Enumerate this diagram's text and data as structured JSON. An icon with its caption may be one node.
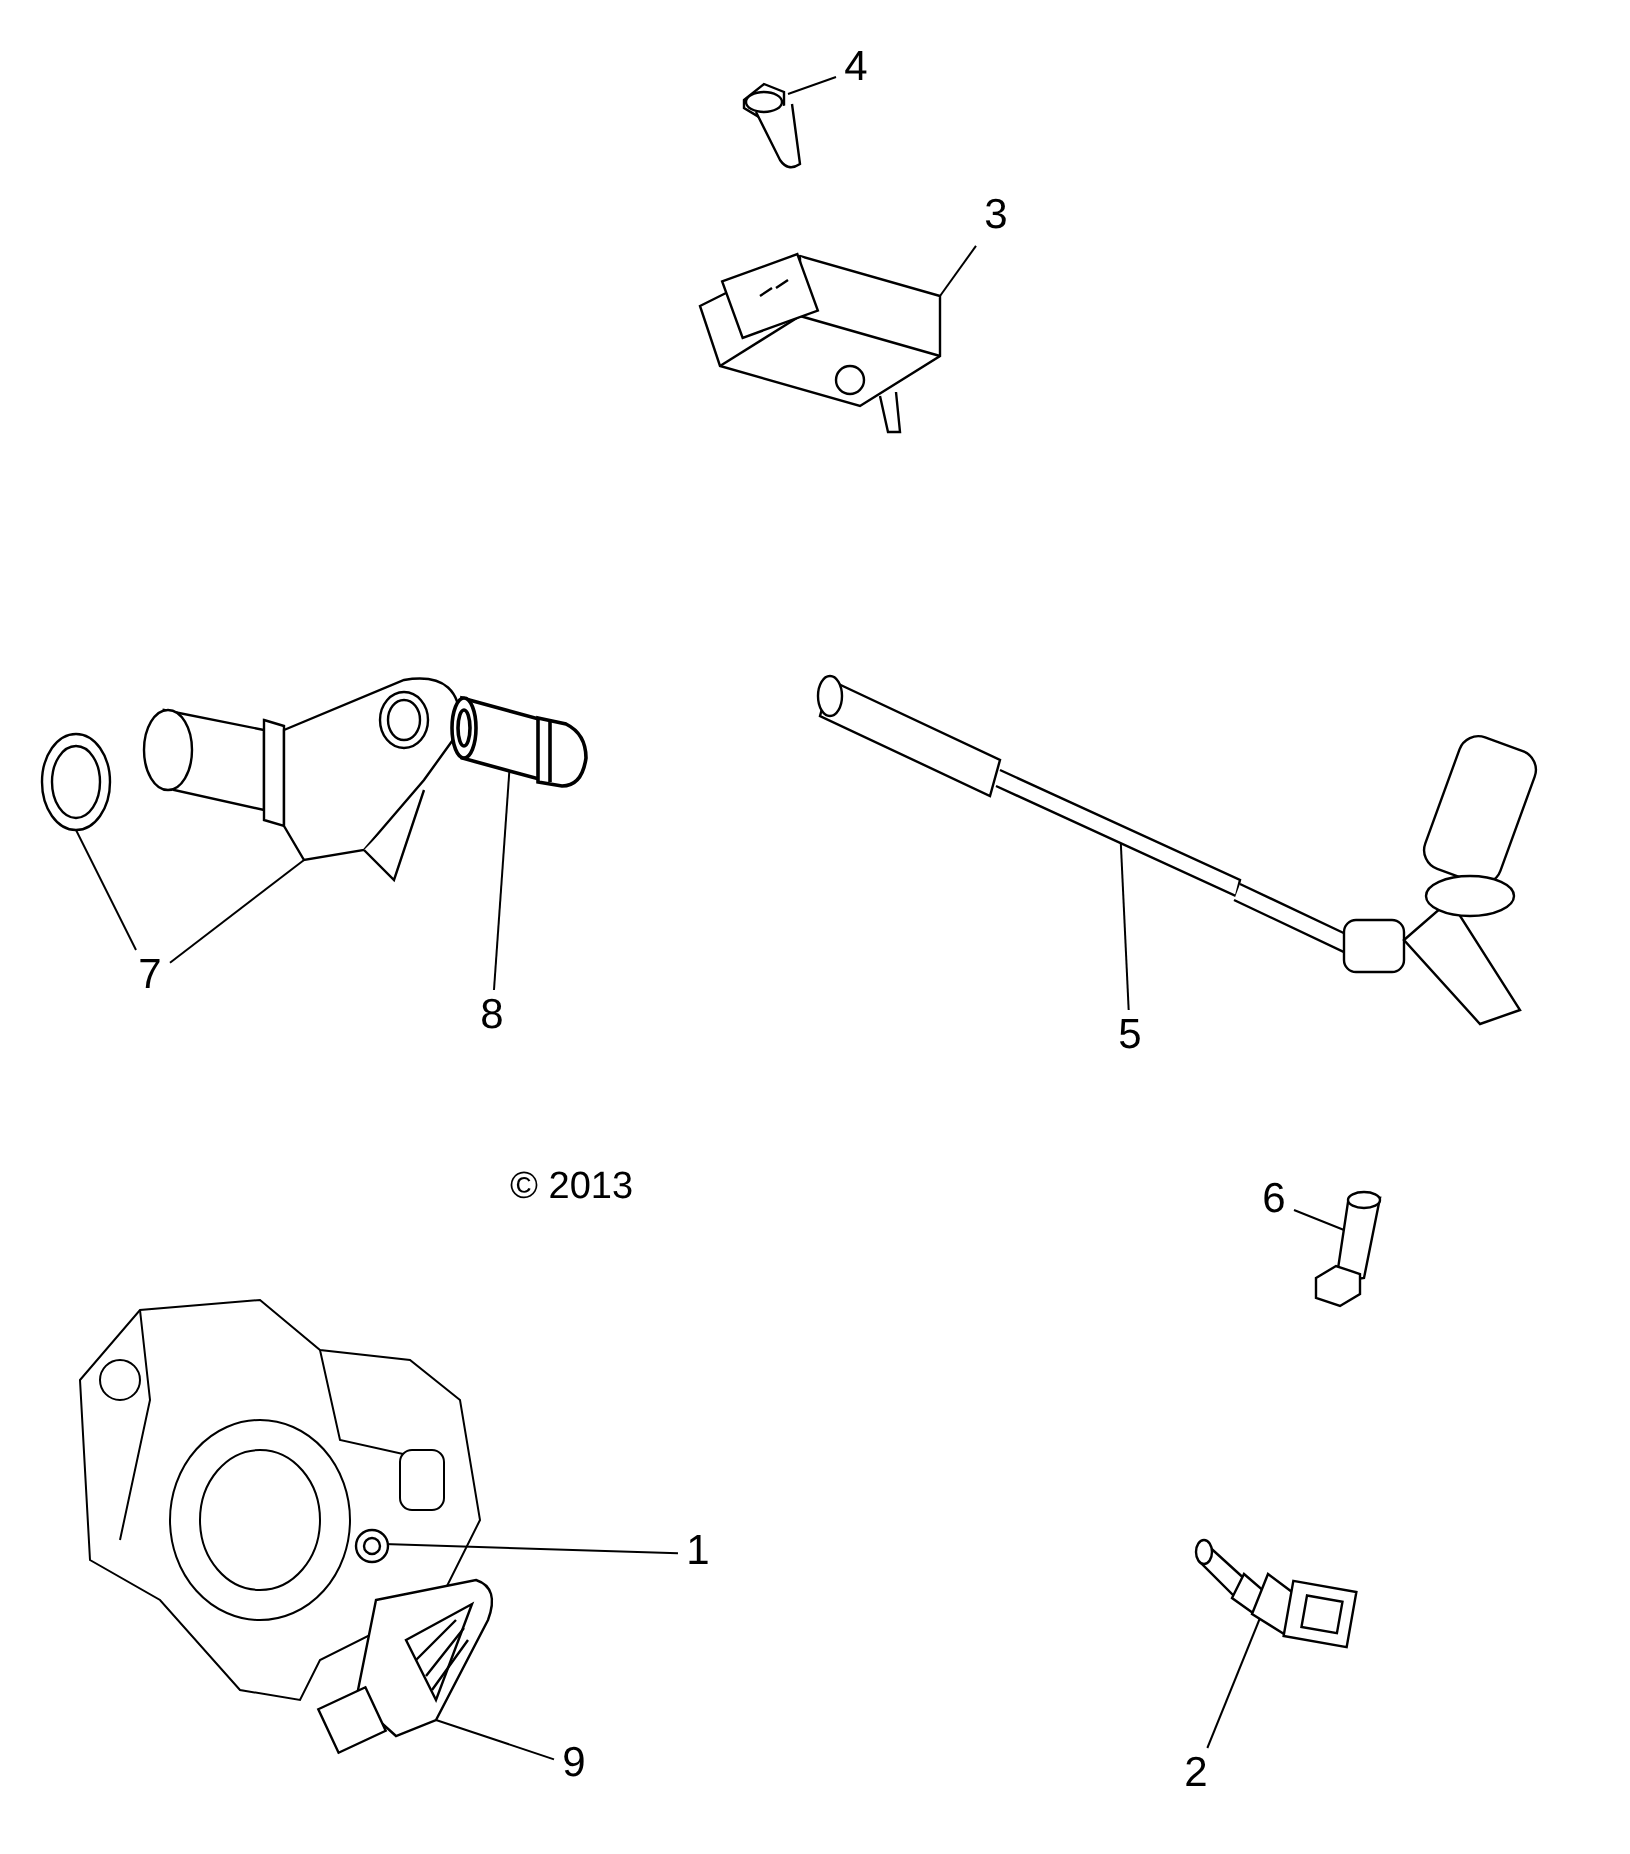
{
  "diagram": {
    "nodes": [
      {
        "text": [
          "4"
        ]
      },
      {
        "text": [],
        "shape": "picture"
      },
      {
        "text": [
          "3"
        ]
      },
      {
        "text": [],
        "shape": "picture"
      },
      {
        "text": [],
        "shape": "picture"
      },
      {
        "text": [],
        "shape": "picture"
      },
      {
        "text": [
          "7"
        ]
      },
      {
        "text": [],
        "shape": "picture"
      },
      {
        "text": [
          "8"
        ]
      },
      {
        "text": [],
        "shape": "picture"
      },
      {
        "text": [
          "5"
        ]
      },
      {
        "text": [
          "6"
        ]
      },
      {
        "text": [],
        "shape": "picture"
      },
      {
        "text": [
          "1"
        ]
      },
      {
        "text": [],
        "shape": "picture"
      },
      {
        "text": [
          "9"
        ]
      },
      {
        "text": [],
        "shape": "picture"
      },
      {
        "text": [
          "2"
        ]
      },
      {
        "text": [],
        "shape": "picture"
      }
    ],
    "edges": [
      {
        "from": 0,
        "to": 1,
        "arrow": "none"
      },
      {
        "from": 2,
        "to": 3,
        "arrow": "none"
      },
      {
        "from": 6,
        "to": 4,
        "arrow": "none"
      },
      {
        "from": 6,
        "to": 5,
        "arrow": "none"
      },
      {
        "from": 8,
        "to": 7,
        "arrow": "none"
      },
      {
        "from": 10,
        "to": 9,
        "arrow": "none"
      },
      {
        "from": 11,
        "to": 12,
        "arrow": "none"
      },
      {
        "from": 13,
        "to": 14,
        "arrow": "none"
      },
      {
        "from": 15,
        "to": 16,
        "arrow": "none"
      },
      {
        "from": 17,
        "to": 18,
        "arrow": "none"
      }
    ],
    "labels": [
      "© 2013"
    ]
  }
}
